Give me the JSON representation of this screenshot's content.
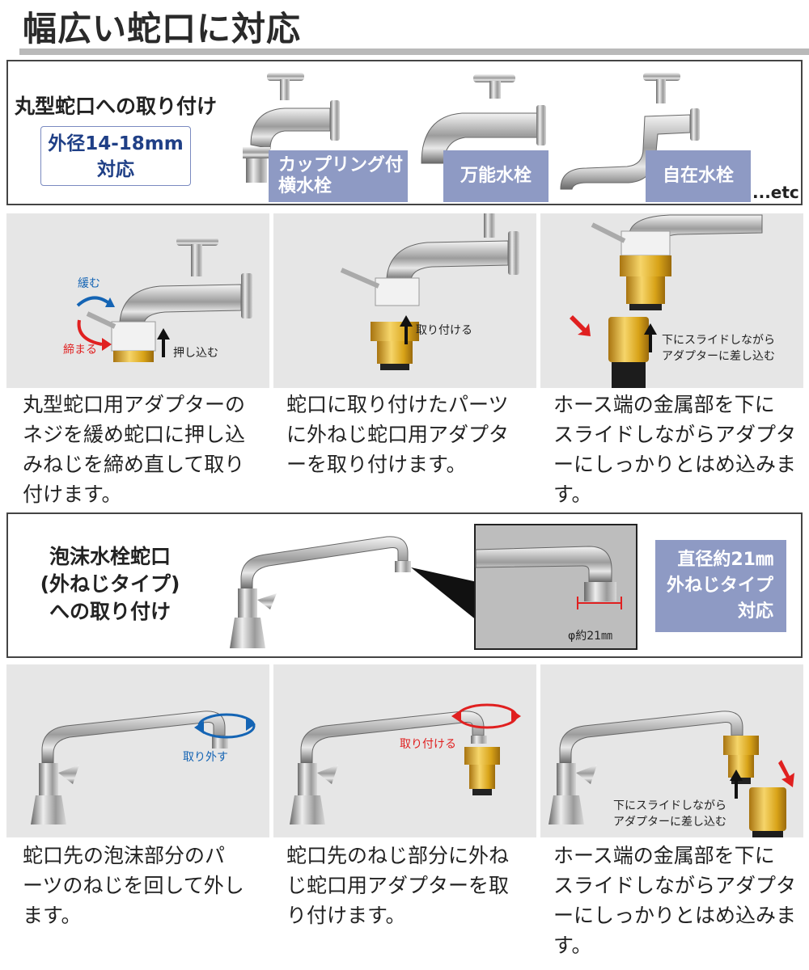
{
  "title": "幅広い蛇口に対応",
  "section1": {
    "heading": "丸型蛇口への取り付け",
    "badge_line1": "外径14-18mm",
    "badge_line2": "対応",
    "types": [
      {
        "label_line1": "カップリング付",
        "label_line2": "横水栓"
      },
      {
        "label_line1": "万能水栓",
        "label_line2": ""
      },
      {
        "label_line1": "自在水栓",
        "label_line2": ""
      }
    ],
    "etc": "...etc"
  },
  "steps1": [
    {
      "notes": {
        "loosen": "緩む",
        "tighten": "締まる",
        "push": "押し込む"
      },
      "caption": [
        "丸型蛇口用アダプターの",
        "ネジを緩め蛇口に押し込",
        "みねじを締め直して取り",
        "付けます。"
      ]
    },
    {
      "notes": {
        "attach": "取り付ける"
      },
      "caption": [
        "蛇口に取り付けたパーツ",
        "に外ねじ蛇口用アダプタ",
        "ーを取り付けます。"
      ]
    },
    {
      "notes": {
        "slide1": "下にスライドしながら",
        "slide2": "アダプターに差し込む"
      },
      "caption": [
        "ホース端の金属部を下に",
        "スライドしながらアダプタ",
        "ーにしっかりとはめ込みま",
        "す。"
      ]
    }
  ],
  "section2": {
    "heading_line1": "泡沫水栓蛇口",
    "heading_line2": "(外ねじタイプ)",
    "heading_line3": "への取り付け",
    "diameter": "φ約21㎜",
    "badge_line1": "直径約21㎜",
    "badge_line2": "外ねじタイプ",
    "badge_line3": "対応"
  },
  "steps2": [
    {
      "notes": {
        "remove": "取り外す"
      },
      "caption": [
        "蛇口先の泡沫部分のパ",
        "ーツのねじを回して外し",
        "ます。"
      ]
    },
    {
      "notes": {
        "attach": "取り付ける"
      },
      "caption": [
        "蛇口先のねじ部分に外ね",
        "じ蛇口用アダプターを取",
        "り付けます。"
      ]
    },
    {
      "notes": {
        "slide1": "下にスライドしながら",
        "slide2": "アダプターに差し込む"
      },
      "caption": [
        "ホース端の金属部を下に",
        "スライドしながらアダプタ",
        "ーにしっかりとはめ込みま",
        "す。"
      ]
    }
  ],
  "colors": {
    "tag": "#8e9ac4",
    "badge_text": "#1f3f86",
    "blue_note": "#1464b4",
    "red_note": "#e02020",
    "brass": "#d8a318"
  }
}
